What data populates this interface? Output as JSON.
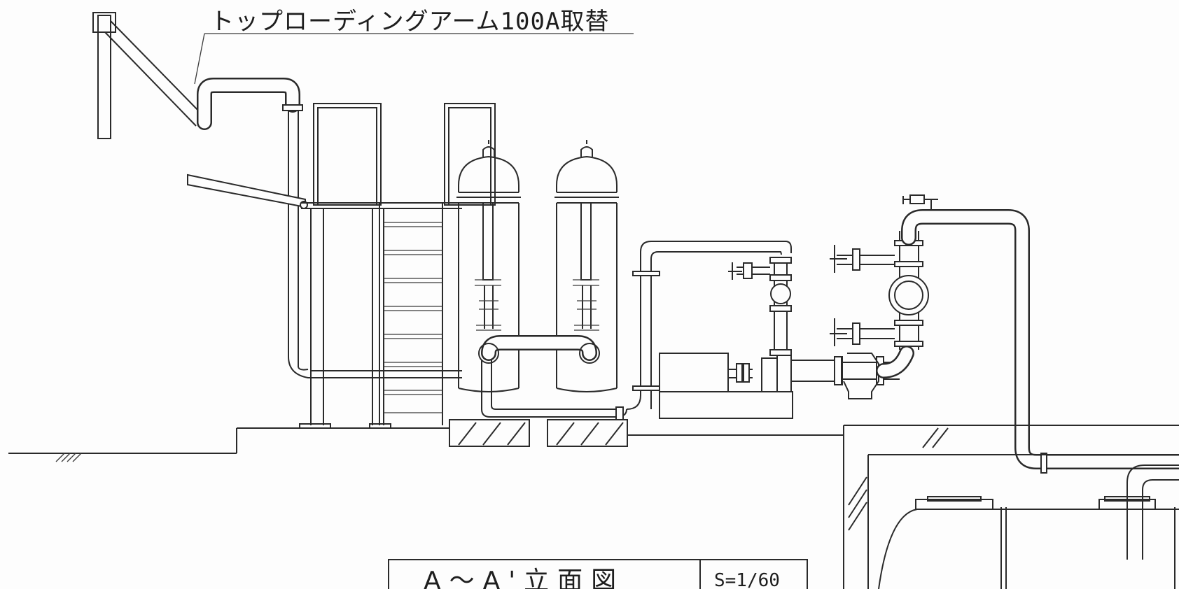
{
  "callout": {
    "label": "トップローディングアーム100A取替"
  },
  "title_block": {
    "title": "A～A'立面図",
    "scale": "S=1/60"
  },
  "colors": {
    "line": "#2a2a2a",
    "paper": "#fdfdfd"
  }
}
